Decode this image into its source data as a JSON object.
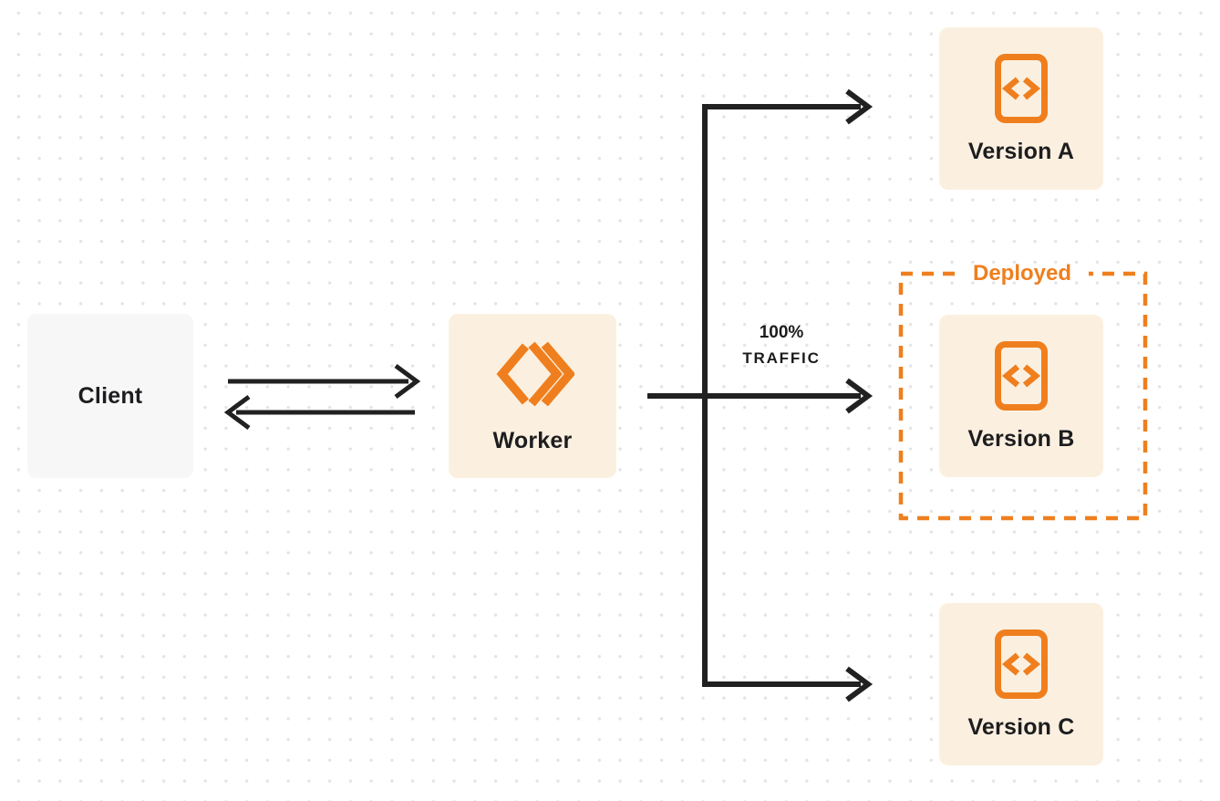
{
  "nodes": {
    "client": {
      "label": "Client"
    },
    "worker": {
      "label": "Worker",
      "icon": "workers-chevrons-icon"
    },
    "version_a": {
      "label": "Version A",
      "icon": "code-file-icon"
    },
    "version_b": {
      "label": "Version B",
      "icon": "code-file-icon"
    },
    "version_c": {
      "label": "Version C",
      "icon": "code-file-icon"
    }
  },
  "annotations": {
    "deployed": "Deployed",
    "traffic_line1": "100%",
    "traffic_line2": "TRAFFIC"
  },
  "edges": [
    {
      "from": "client",
      "to": "worker",
      "type": "request-arrow"
    },
    {
      "from": "worker",
      "to": "client",
      "type": "response-arrow"
    },
    {
      "from": "worker",
      "to": "version_a",
      "type": "branch-arrow"
    },
    {
      "from": "worker",
      "to": "version_b",
      "type": "branch-arrow",
      "label": "100% TRAFFIC"
    },
    {
      "from": "worker",
      "to": "version_c",
      "type": "branch-arrow"
    }
  ],
  "colors": {
    "accent_orange": "#EF7F1E",
    "node_cream": "#FBF0E0",
    "client_gray": "#F7F7F8",
    "arrow_dark": "#212121",
    "text_dark": "#1D1D1F",
    "grid_dot": "#E3E3E6"
  }
}
